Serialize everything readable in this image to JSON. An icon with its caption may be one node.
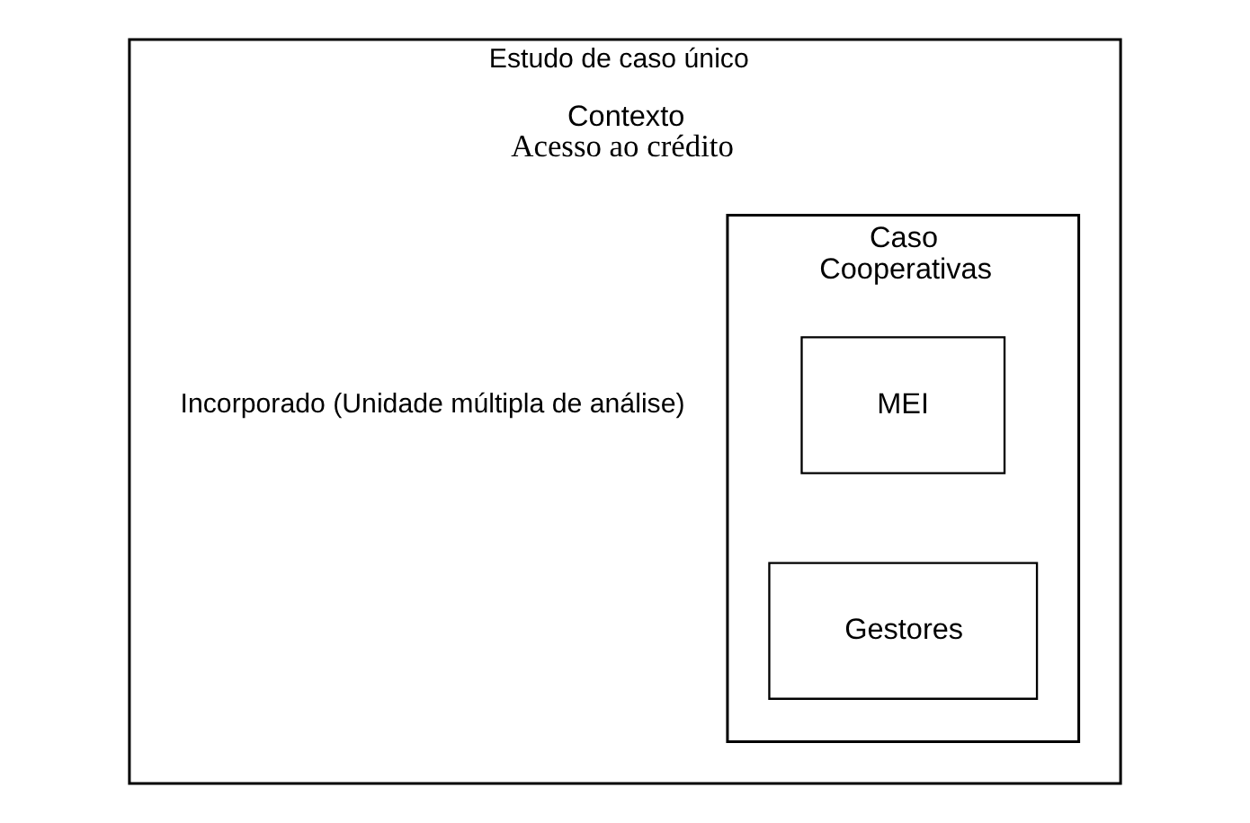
{
  "diagram": {
    "nodes": [
      {
        "text": [
          "Estudo de caso único",
          "Contexto",
          "Acesso ao crédito"
        ],
        "beside": [
          "Incorporado (Unidade múltipla de análise)"
        ]
      },
      {
        "text": [
          "Caso",
          "Cooperativas"
        ],
        "in": 0
      },
      {
        "text": [
          "MEI"
        ],
        "in": 1
      },
      {
        "text": [
          "Gestores"
        ],
        "in": 1
      }
    ],
    "edges": []
  }
}
